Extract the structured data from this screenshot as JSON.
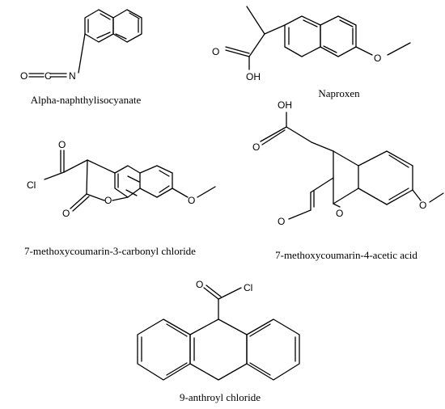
{
  "molecules": [
    {
      "name": "Alpha-naphthylisocyanate",
      "atoms": [
        "O",
        "C",
        "N"
      ]
    },
    {
      "name": "Naproxen",
      "atoms": [
        "O",
        "OH"
      ]
    },
    {
      "name": "7-methoxycoumarin-3-carbonyl chloride",
      "atoms": [
        "O",
        "Cl",
        "O",
        "O"
      ]
    },
    {
      "name": "7-methoxycoumarin-4-acetic acid",
      "atoms": [
        "OH",
        "O",
        "O",
        "O"
      ]
    },
    {
      "name": "9-anthroyl chloride",
      "atoms": [
        "O",
        "Cl"
      ]
    }
  ]
}
